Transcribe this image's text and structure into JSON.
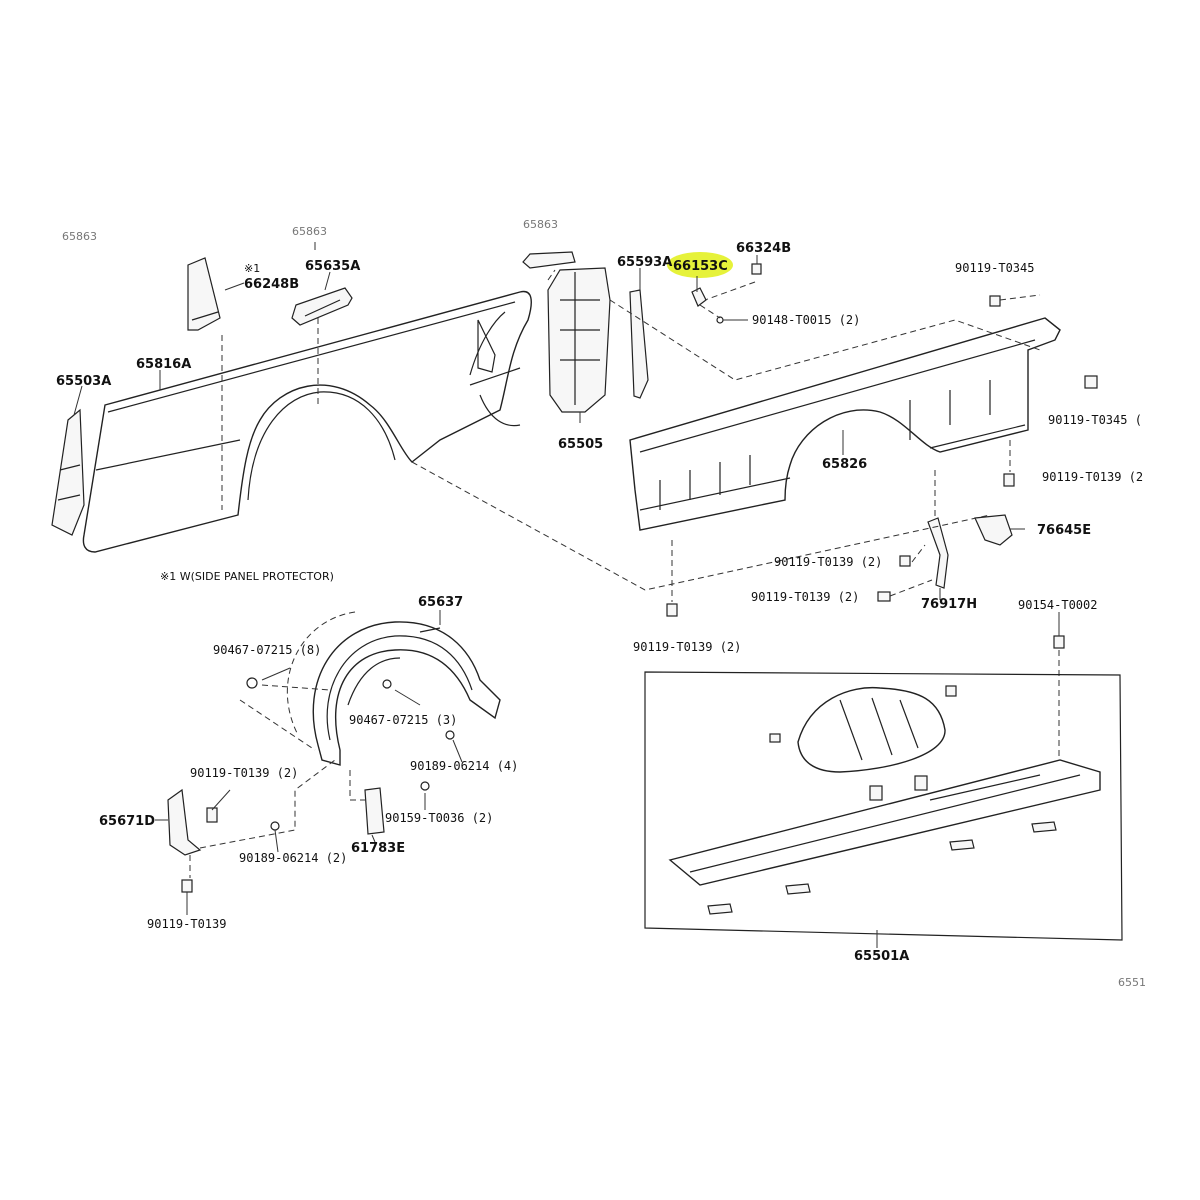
{
  "highlight_color": "#e6f23a",
  "labels": {
    "p65863_left": "65863",
    "p65863_mid": "65863",
    "p65863_right": "65863",
    "p66248b": "66248B",
    "p66248b_mark": "※1",
    "p65635a": "65635A",
    "p65816a": "65816A",
    "p65503a": "65503A",
    "note_side_panel": "※1 W(SIDE PANEL PROTECTOR)",
    "p65505": "65505",
    "p65593a": "65593A",
    "p66153c": "66153C",
    "p66324b": "66324B",
    "p90148": "90148-T0015 (2)",
    "p90119_t0345_top": "90119-T0345",
    "p90119_t0345_right": "90119-T0345 (",
    "p65826": "65826",
    "p90119_t0139_right": "90119-T0139 (2",
    "p76645e": "76645E",
    "p90119_t0139_2a": "90119-T0139 (2)",
    "p90119_t0139_2b": "90119-T0139 (2)",
    "p76917h": "76917H",
    "p90119_t0139_bottom": "90119-T0139 (2)",
    "p90154": "90154-T0002",
    "p65637": "65637",
    "p90467_8": "90467-07215 (8)",
    "p90467_3": "90467-07215 (3)",
    "p90189_4": "90189-06214 (4)",
    "p90119_t0139_left": "90119-T0139 (2)",
    "p90159": "90159-T0036 (2)",
    "p65671d": "65671D",
    "p90189_2": "90189-06214 (2)",
    "p61783e": "61783E",
    "p90119_t0139_low": "90119-T0139",
    "p65501a": "65501A",
    "p_edge_corner": "6551"
  }
}
